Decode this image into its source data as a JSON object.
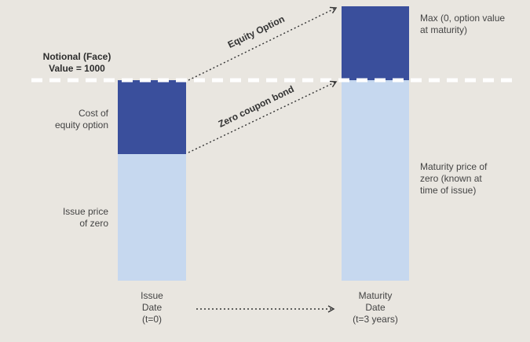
{
  "colors": {
    "background": "#e9e6e0",
    "dark_blue": "#3a4f9c",
    "light_blue": "#c6d8ef",
    "dashed_line": "#ffffff",
    "arrow": "#333333",
    "text": "#444444"
  },
  "notional": {
    "line1": "Notional (Face)",
    "line2": "Value = 1000"
  },
  "left_bar": {
    "top_label": {
      "line1": "Cost of",
      "line2": "equity option"
    },
    "bottom_label": {
      "line1": "Issue price",
      "line2": "of zero"
    },
    "axis_label": {
      "line1": "Issue",
      "line2": "Date",
      "line3": "(t=0)"
    }
  },
  "right_bar": {
    "top_label": {
      "line1": "Max (0, option value",
      "line2": "at maturity)"
    },
    "bottom_label": {
      "line1": "Maturity price of",
      "line2": "zero (known at",
      "line3": "time of issue)"
    },
    "axis_label": {
      "line1": "Maturity",
      "line2": "Date",
      "line3": "(t=3 years)"
    }
  },
  "arrows": {
    "equity_option": "Equity Option",
    "zero_coupon_bond": "Zero coupon bond"
  }
}
